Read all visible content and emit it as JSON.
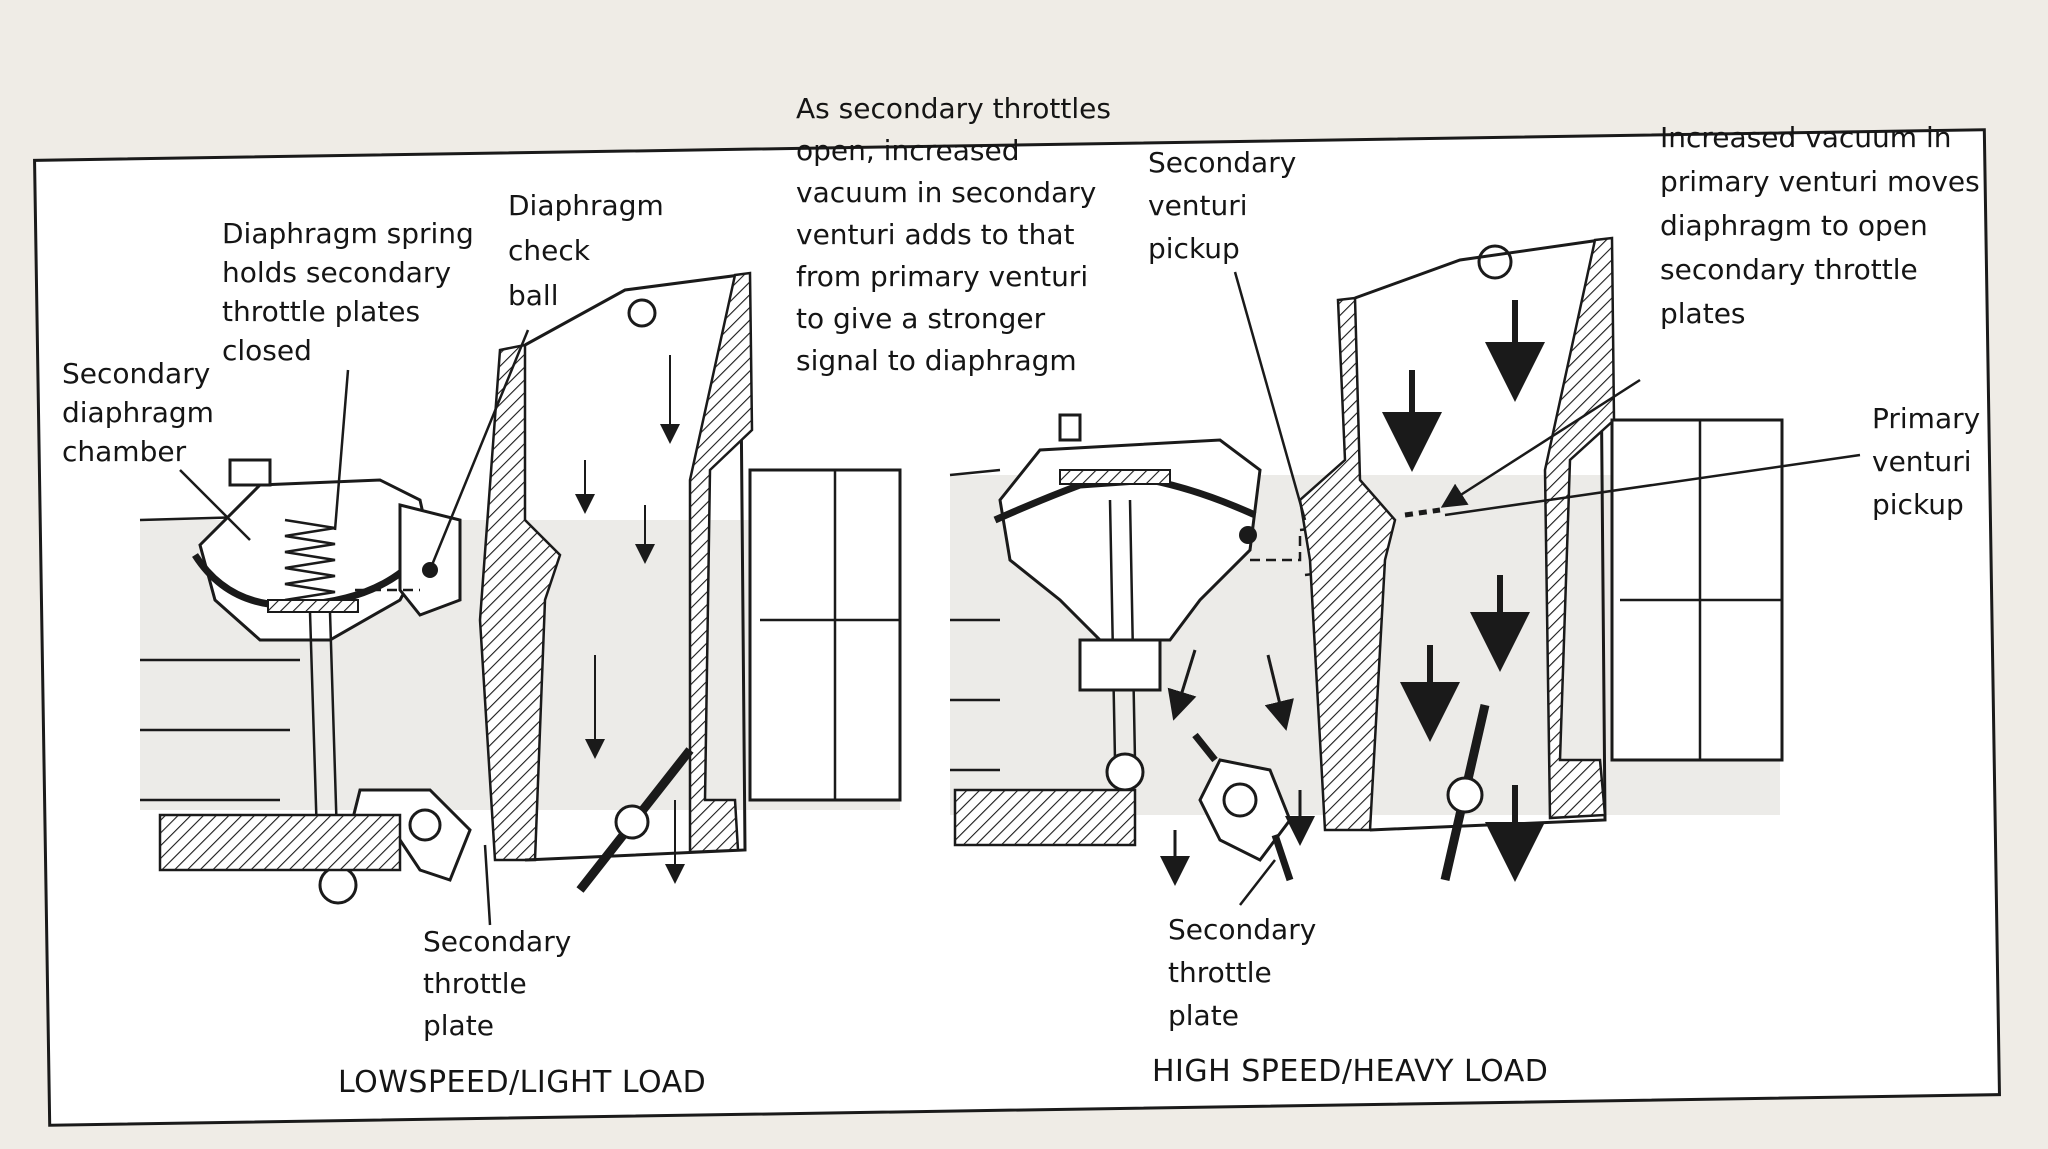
{
  "left_panel": {
    "caption": "LOWSPEED/LIGHT LOAD",
    "labels": {
      "secondary_diaphragm_chamber": [
        "Secondary",
        "diaphragm",
        "chamber"
      ],
      "diaphragm_spring": [
        "Diaphragm spring",
        "holds secondary",
        "throttle plates",
        "closed"
      ],
      "diaphragm_check_ball": [
        "Diaphragm",
        "check",
        "ball"
      ],
      "secondary_throttle_plate": [
        "Secondary",
        "throttle",
        "plate"
      ]
    }
  },
  "right_panel": {
    "caption": "HIGH SPEED/HEAVY LOAD",
    "labels": {
      "secondary_vacuum_note": [
        "As secondary throttles",
        "open, increased",
        "vacuum in secondary",
        "venturi adds to that",
        "from primary venturi",
        "to give a stronger",
        "signal to diaphragm"
      ],
      "secondary_venturi_pickup": [
        "Secondary",
        "venturi",
        "pickup"
      ],
      "primary_vacuum_note": [
        "Increased vacuum in",
        "primary venturi moves",
        "diaphragm to open",
        "secondary throttle",
        "plates"
      ],
      "primary_venturi_pickup": [
        "Primary",
        "venturi",
        "pickup"
      ],
      "secondary_throttle_plate": [
        "Secondary",
        "throttle",
        "plate"
      ]
    }
  },
  "colors": {
    "paper": "#ffffff",
    "ink": "#1a1a1a",
    "page_background": "#efece6"
  }
}
